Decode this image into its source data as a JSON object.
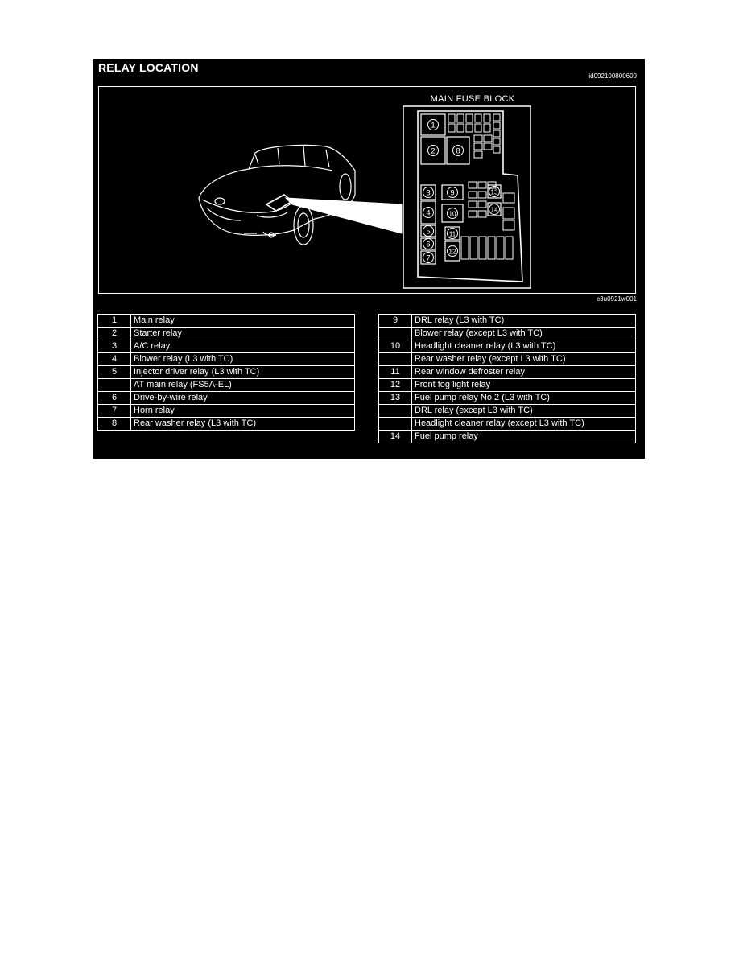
{
  "title": "RELAY LOCATION",
  "figure_code_top": "id092100800600",
  "figure_code_bottom": "c3u0921w001",
  "fuse_block_label": "MAIN FUSE BLOCK",
  "callouts": [
    "1",
    "2",
    "3",
    "4",
    "5",
    "6",
    "7",
    "8",
    "9",
    "10",
    "11",
    "12",
    "13",
    "14"
  ],
  "legend_left": [
    {
      "num": "1",
      "text": "Main relay"
    },
    {
      "num": "2",
      "text": "Starter relay"
    },
    {
      "num": "3",
      "text": "A/C relay"
    },
    {
      "num": "4",
      "text": "Blower relay (L3 with TC)"
    },
    {
      "num": "5",
      "text": "Injector driver relay (L3 with TC)"
    },
    {
      "num": "",
      "text": "AT main relay (FS5A-EL)"
    },
    {
      "num": "6",
      "text": "Drive-by-wire relay"
    },
    {
      "num": "7",
      "text": "Horn relay"
    },
    {
      "num": "8",
      "text": "Rear washer relay (L3 with TC)"
    }
  ],
  "legend_right": [
    {
      "num": "9",
      "text": "DRL relay (L3 with TC)"
    },
    {
      "num": "",
      "text": "Blower relay (except L3 with TC)"
    },
    {
      "num": "10",
      "text": "Headlight cleaner relay (L3 with TC)"
    },
    {
      "num": "",
      "text": "Rear washer relay (except L3 with TC)"
    },
    {
      "num": "11",
      "text": "Rear window defroster relay"
    },
    {
      "num": "12",
      "text": "Front fog light relay"
    },
    {
      "num": "13",
      "text": "Fuel pump relay No.2 (L3 with TC)"
    },
    {
      "num": "",
      "text": "DRL relay (except L3 with TC)"
    },
    {
      "num": "",
      "text": "Headlight cleaner relay (except L3 with TC)"
    },
    {
      "num": "14",
      "text": "Fuel pump relay"
    }
  ]
}
